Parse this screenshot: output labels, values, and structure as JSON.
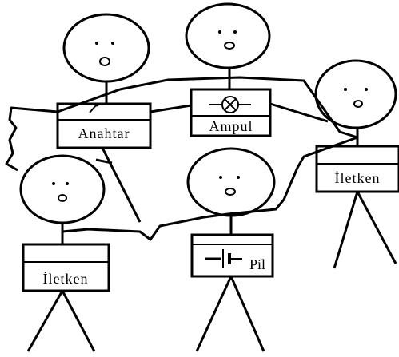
{
  "labels": {
    "switch": "Anahtar",
    "bulb": "Ampul",
    "battery": "Pil",
    "conductor_right": "İletken",
    "conductor_left": "İletken"
  },
  "colors": {
    "ink": "#000000",
    "background": "#ffffff"
  },
  "icons": {
    "switch": "switch-symbol-icon",
    "bulb": "lamp-symbol-icon",
    "battery": "battery-symbol-icon"
  }
}
